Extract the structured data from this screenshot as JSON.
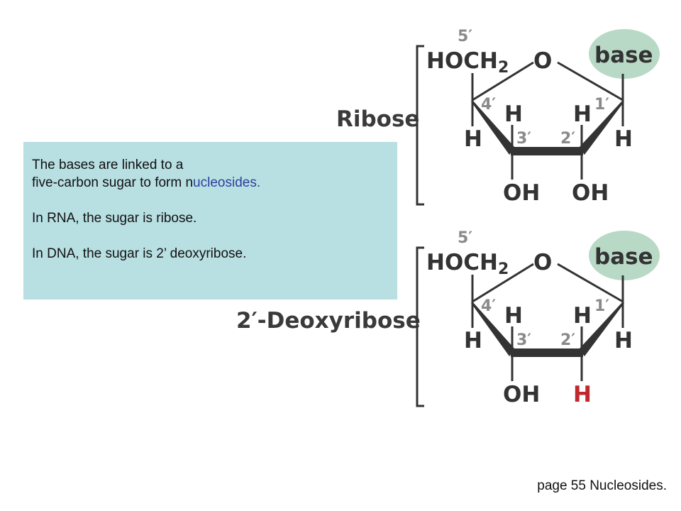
{
  "note": {
    "line1": "The bases are linked to a",
    "line2_prefix": "five-carbon sugar to form  n",
    "line2_highlight": "ucleosides.",
    "line3": "In RNA, the sugar is ribose.",
    "line4": "In DNA, the sugar is 2’ deoxyribose."
  },
  "footer": "page 55  Nucleosides.",
  "colors": {
    "note_bg": "#b8dfe2",
    "base_blob": "#b8d9c6",
    "position_gray": "#8a8a8a",
    "deoxy_red": "#c0282d",
    "highlight_blue": "#2e3f9e"
  },
  "ribose": {
    "name": "Ribose",
    "hoch2": "HOCH",
    "hoch2_sub": "2",
    "ring_o": "O",
    "base": "base",
    "c4_h": "H",
    "c1_h": "H",
    "c3_h": "H",
    "c2_h": "H",
    "c3_group": "OH",
    "c2_group": "OH",
    "pos5": "5′",
    "pos4": "4′",
    "pos3": "3′",
    "pos2": "2′",
    "pos1": "1′",
    "left_h": "H",
    "right_h": "H"
  },
  "deoxyribose": {
    "name": "2′-Deoxyribose",
    "hoch2": "HOCH",
    "hoch2_sub": "2",
    "ring_o": "O",
    "base": "base",
    "c4_h": "H",
    "c1_h": "H",
    "c3_h": "H",
    "c2_h": "H",
    "c3_group": "OH",
    "c2_group": "H",
    "pos5": "5′",
    "pos4": "4′",
    "pos3": "3′",
    "pos2": "2′",
    "pos1": "1′",
    "left_h": "H",
    "right_h": "H"
  }
}
